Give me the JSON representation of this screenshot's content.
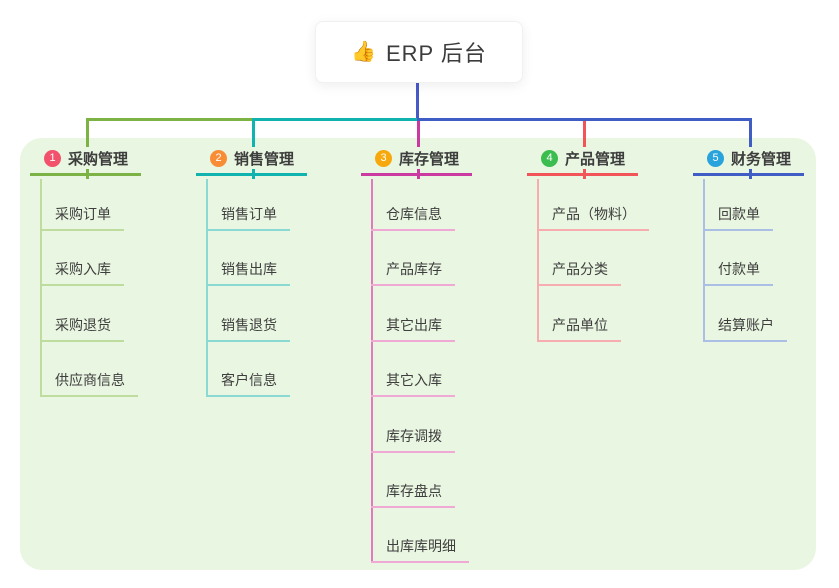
{
  "root": {
    "icon": "👍",
    "title": "ERP 后台"
  },
  "colors": {
    "panel_bg": "#E9F6E1",
    "root_connector": "#4758C9",
    "text": "#3D3D3D"
  },
  "branches": [
    {
      "num": "1",
      "label": "采购管理",
      "badge_color": "#F2526B",
      "line_color": "#7CB344",
      "pale_color": "#BDDC9E",
      "vline_color": "#BDDC9E",
      "children": [
        "采购订单",
        "采购入库",
        "采购退货",
        "供应商信息"
      ]
    },
    {
      "num": "2",
      "label": "销售管理",
      "badge_color": "#F98D35",
      "line_color": "#10B3AD",
      "pale_color": "#8BD9D3",
      "vline_color": "#8BD9D3",
      "children": [
        "销售订单",
        "销售出库",
        "销售退货",
        "客户信息"
      ]
    },
    {
      "num": "3",
      "label": "库存管理",
      "badge_color": "#F7A80C",
      "line_color": "#CB3AA0",
      "pale_color": "#F0A9D5",
      "vline_color": "#E27BBE",
      "children": [
        "仓库信息",
        "产品库存",
        "其它出库",
        "其它入库",
        "库存调拨",
        "库存盘点",
        "出库库明细"
      ]
    },
    {
      "num": "4",
      "label": "产品管理",
      "badge_color": "#3CBD4F",
      "line_color": "#F15459",
      "pale_color": "#F7ACAF",
      "vline_color": "#F7ACAF",
      "children": [
        "产品（物料）",
        "产品分类",
        "产品单位"
      ]
    },
    {
      "num": "5",
      "label": "财务管理",
      "badge_color": "#29A3DC",
      "line_color": "#3F5DC4",
      "pale_color": "#ABBEE6",
      "vline_color": "#ABBEE6",
      "children": [
        "回款单",
        "付款单",
        "结算账户"
      ]
    }
  ]
}
